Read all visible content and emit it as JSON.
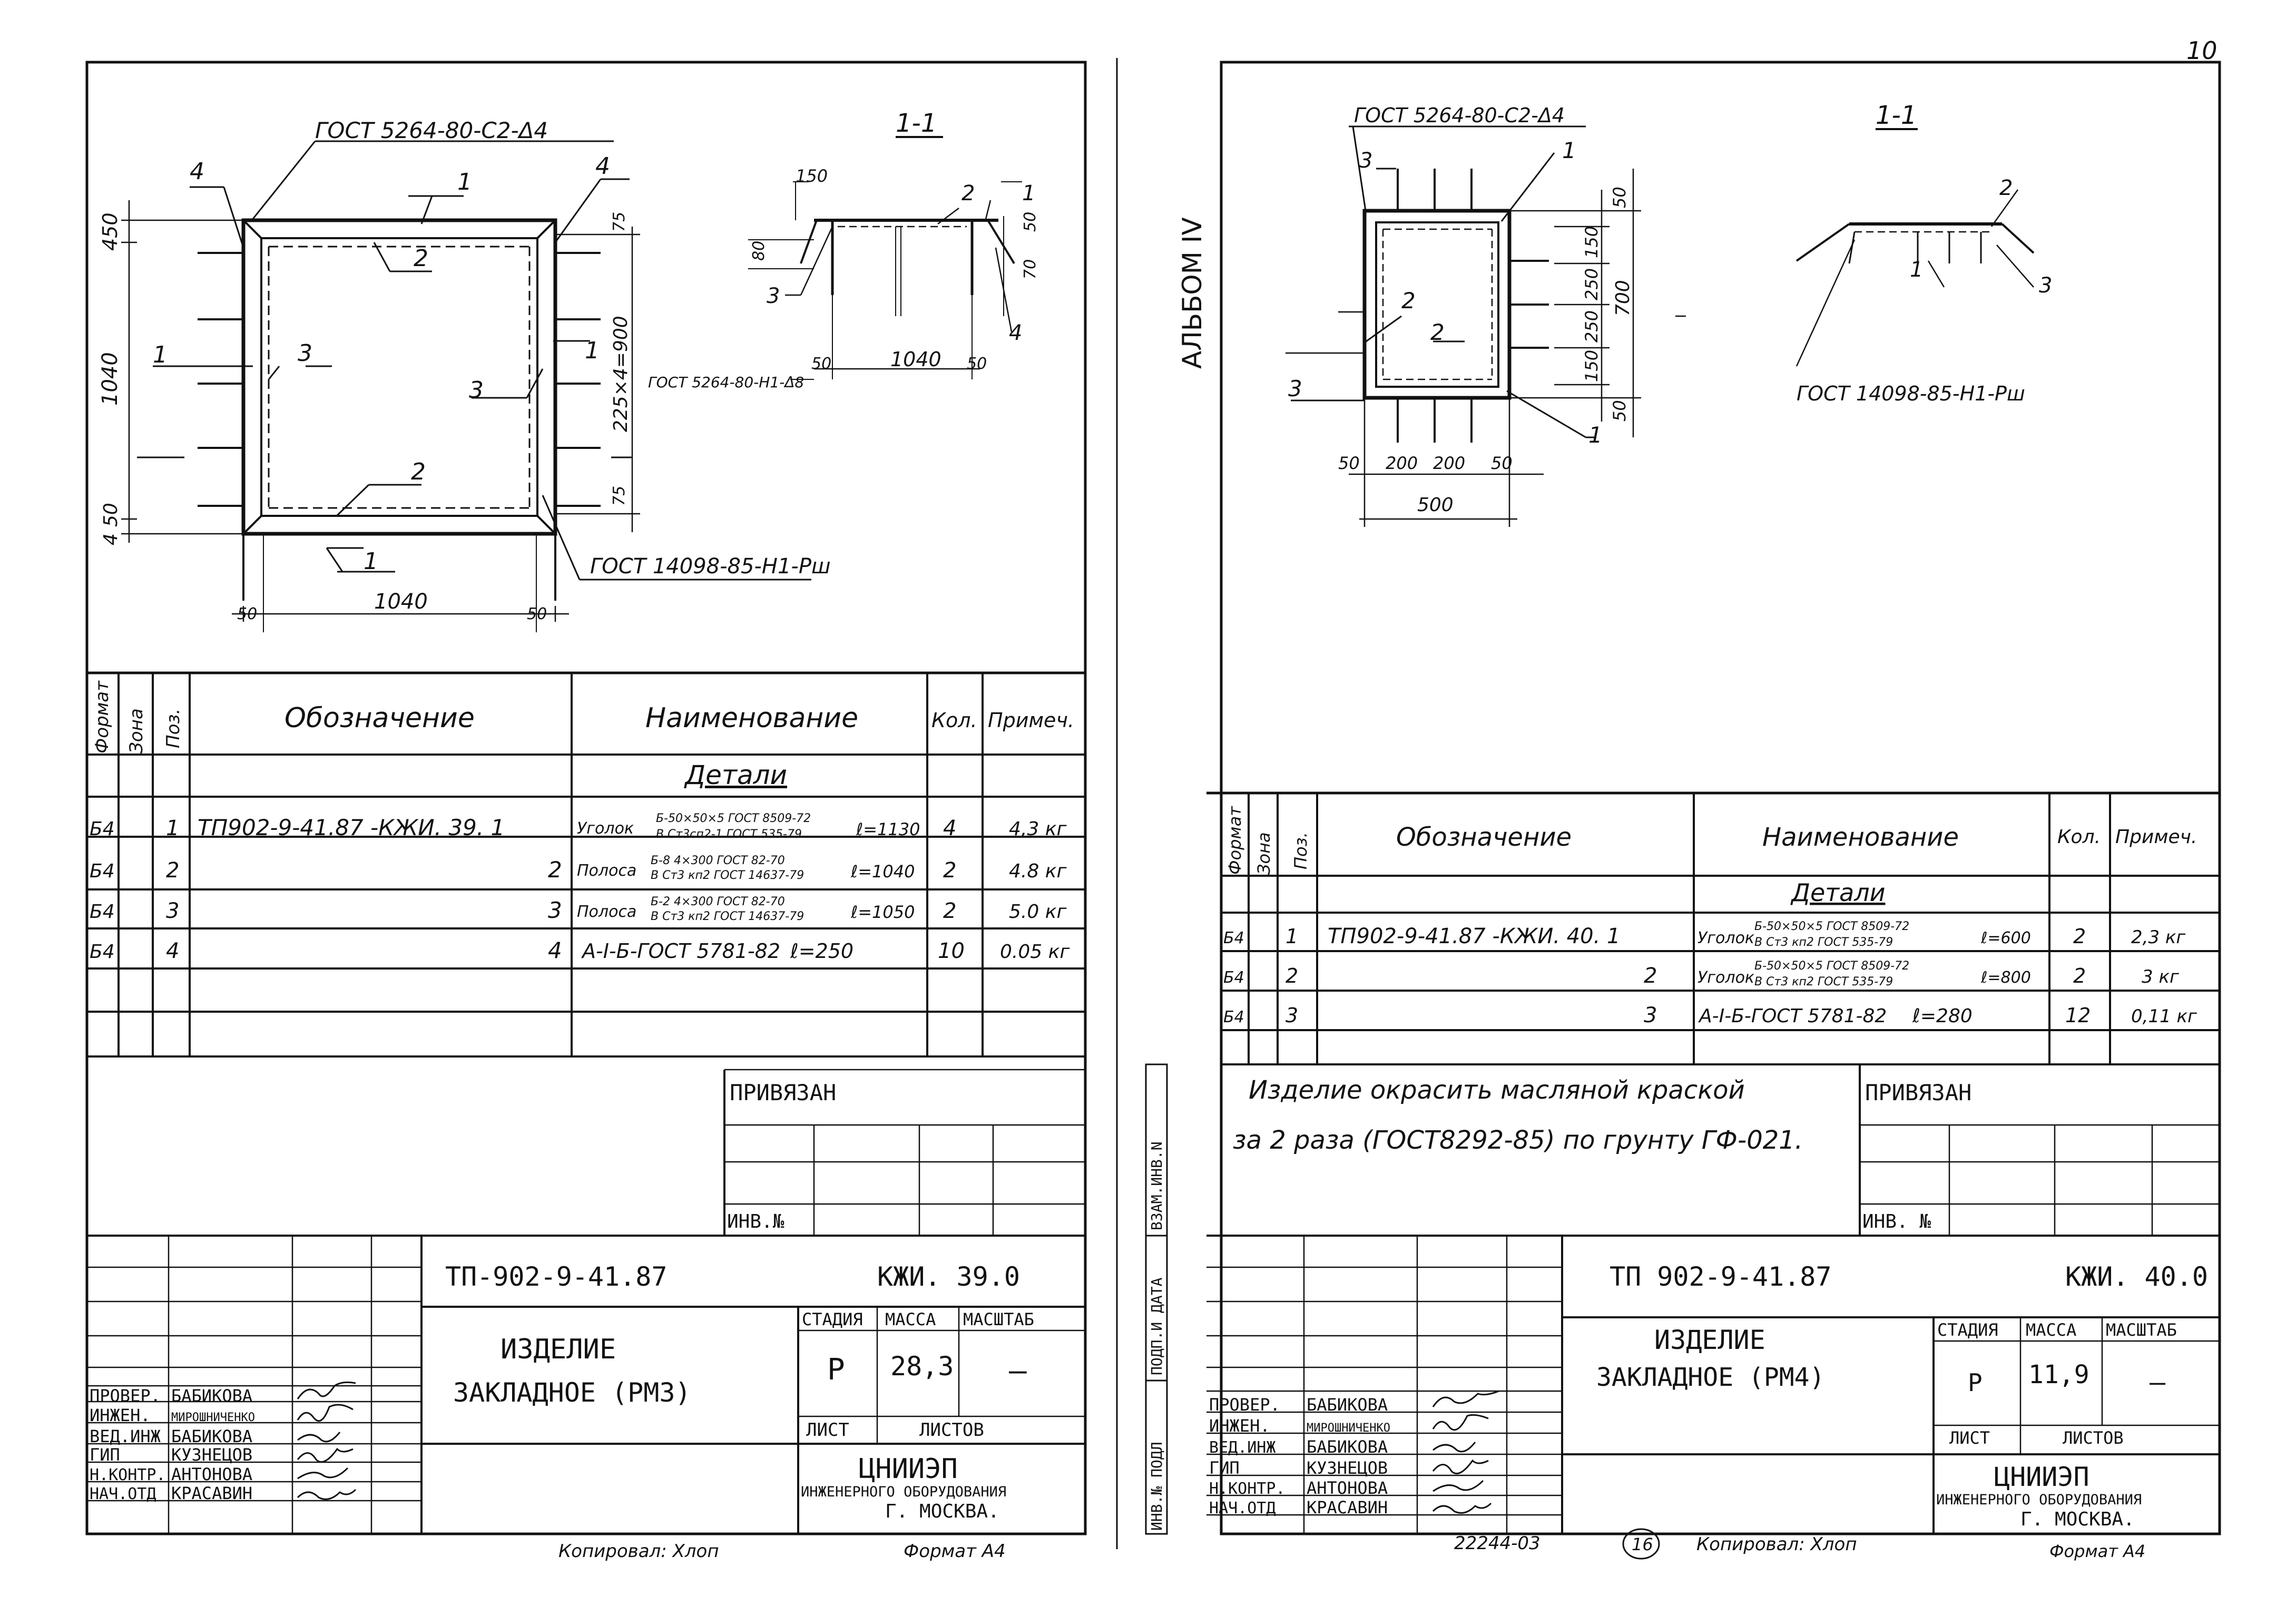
{
  "corner_mark": "10",
  "left": {
    "drawing": {
      "gost_top": "ГОСТ 5264-80-С2-Δ4",
      "section_label": "1-1",
      "gost_h1": "ГОСТ 5264-80-Н1-Δ8",
      "gost_bottom": "ГОСТ 14098-85-Н1-Рш",
      "dims": {
        "d450": "450",
        "d1040_v": "1040",
        "d50_v": "50",
        "d4_v": "4",
        "d75_t": "75",
        "d225": "225×4=900",
        "d75_b": "75",
        "d1040_h": "1040",
        "d50_l": "50",
        "d50_r": "50",
        "sec_150": "150",
        "sec_80": "80",
        "sec_50": "50",
        "sec_70": "70",
        "sec_1040": "1040",
        "sec_50a": "50",
        "sec_50b": "50"
      },
      "pos": {
        "p1": "1",
        "p2": "2",
        "p3": "3",
        "p4": "4"
      }
    },
    "table": {
      "headers": {
        "format": "Формат",
        "zone": "Зона",
        "pos": "Поз.",
        "designation": "Обозначение",
        "name": "Наименование",
        "qty": "Кол.",
        "note": "Примеч."
      },
      "section": "Детали",
      "rows": [
        {
          "format": "Б4",
          "pos": "1",
          "designation": "ТП902-9-41.87 -КЖИ. 39. 1",
          "name_main": "Уголок",
          "name_top": "Б-50×50×5 ГОСТ 8509-72",
          "name_bot": "В Ст3сп2-1 ГОСТ 535-79",
          "length": "ℓ=1130",
          "qty": "4",
          "note": "4,3 кг"
        },
        {
          "format": "Б4",
          "pos": "2",
          "designation": "2",
          "name_main": "Полоса",
          "name_top": "Б-8 4×300 ГОСТ 82-70",
          "name_bot": "В Ст3 кп2 ГОСТ 14637-79",
          "length": "ℓ=1040",
          "qty": "2",
          "note": "4.8 кг"
        },
        {
          "format": "Б4",
          "pos": "3",
          "designation": "3",
          "name_main": "Полоса",
          "name_top": "Б-2 4×300 ГОСТ 82-70",
          "name_bot": "В Ст3 кп2 ГОСТ 14637-79",
          "length": "ℓ=1050",
          "qty": "2",
          "note": "5.0 кг"
        },
        {
          "format": "Б4",
          "pos": "4",
          "designation": "4",
          "name_main": "А-I-Б-ГОСТ 5781-82",
          "name_top": "",
          "name_bot": "",
          "length": "ℓ=250",
          "qty": "10",
          "note": "0.05 кг"
        }
      ]
    },
    "privyazan": "ПРИВЯЗАН",
    "inv": "ИНВ.№",
    "title_block": {
      "doc_code": "ТП-902-9-41.87",
      "sheet_code": "КЖИ. 39.0",
      "title_line1": "ИЗДЕЛИЕ",
      "title_line2": "ЗАКЛАДНОЕ (РМ3)",
      "stage_hdr": "СТАДИЯ",
      "mass_hdr": "МАССА",
      "scale_hdr": "МАСШТАБ",
      "stage": "Р",
      "mass": "28,3",
      "scale": "–",
      "sheet": "ЛИСТ",
      "sheets": "ЛИСТОВ",
      "org1": "ЦНИИЭП",
      "org2": "ИНЖЕНЕРНОГО ОБОРУДОВАНИЯ",
      "org3": "Г. МОСКВА.",
      "signers": [
        {
          "role": "ПРОВЕР.",
          "name": "БАБИКОВА"
        },
        {
          "role": "ИНЖЕН.",
          "name": "МИРОШНИЧЕНКО"
        },
        {
          "role": "ВЕД.ИНЖ",
          "name": "БАБИКОВА"
        },
        {
          "role": "ГИП",
          "name": "КУЗНЕЦОВ"
        },
        {
          "role": "Н.КОНТР.",
          "name": "АНТОНОВА"
        },
        {
          "role": "НАЧ.ОТД",
          "name": "КРАСАВИН"
        }
      ]
    },
    "footer_copied": "Копировал: Хлоп",
    "footer_format": "Формат А4"
  },
  "right": {
    "album": "АЛЬБОМ IV",
    "drawing": {
      "gost_top": "ГОСТ 5264-80-С2-Δ4",
      "section_label": "1-1",
      "gost_bottom": "ГОСТ 14098-85-Н1-Рш",
      "dims": {
        "v50t": "50",
        "v150t": "150",
        "v250a": "250",
        "v250b": "250",
        "v150b": "150",
        "v50b": "50",
        "v700": "700",
        "h50l": "50",
        "h200a": "200",
        "h200b": "200",
        "h50r": "50",
        "h500": "500"
      },
      "pos": {
        "p1": "1",
        "p2": "2",
        "p3": "3"
      }
    },
    "table": {
      "headers": {
        "format": "Формат",
        "zone": "Зона",
        "pos": "Поз.",
        "designation": "Обозначение",
        "name": "Наименование",
        "qty": "Кол.",
        "note": "Примеч."
      },
      "section": "Детали",
      "rows": [
        {
          "format": "Б4",
          "pos": "1",
          "designation": "ТП902-9-41.87 -КЖИ. 40. 1",
          "name_main": "Уголок",
          "name_top": "Б-50×50×5 ГОСТ 8509-72",
          "name_bot": "В Ст3 кп2 ГОСТ 535-79",
          "length": "ℓ=600",
          "qty": "2",
          "note": "2,3 кг"
        },
        {
          "format": "Б4",
          "pos": "2",
          "designation": "2",
          "name_main": "Уголок",
          "name_top": "Б-50×50×5 ГОСТ 8509-72",
          "name_bot": "В Ст3 кп2 ГОСТ 535-79",
          "length": "ℓ=800",
          "qty": "2",
          "note": "3 кг"
        },
        {
          "format": "Б4",
          "pos": "3",
          "designation": "3",
          "name_main": "А-I-Б-ГОСТ 5781-82",
          "name_top": "",
          "name_bot": "",
          "length": "ℓ=280",
          "qty": "12",
          "note": "0,11 кг"
        }
      ]
    },
    "note_line1": "Изделие окрасить масляной краской",
    "note_line2": "за 2 раза (ГОСТ8292-85) по грунту ГФ-021.",
    "privyazan": "ПРИВЯЗАН",
    "inv": "ИНВ. №",
    "side_labels": {
      "vzam": "ВЗАМ.ИНВ.N",
      "podp": "ПОДП.И ДАТА",
      "inv": "ИНВ.№ ПОДЛ"
    },
    "title_block": {
      "doc_code": "ТП 902-9-41.87",
      "sheet_code": "КЖИ. 40.0",
      "title_line1": "ИЗДЕЛИЕ",
      "title_line2": "ЗАКЛАДНОЕ (РМ4)",
      "stage_hdr": "СТАДИЯ",
      "mass_hdr": "МАССА",
      "scale_hdr": "МАСШТАБ",
      "stage": "Р",
      "mass": "11,9",
      "scale": "–",
      "sheet": "ЛИСТ",
      "sheets": "ЛИСТОВ",
      "org1": "ЦНИИЭП",
      "org2": "ИНЖЕНЕРНОГО ОБОРУДОВАНИЯ",
      "org3": "Г. МОСКВА.",
      "signers": [
        {
          "role": "ПРОВЕР.",
          "name": "БАБИКОВА"
        },
        {
          "role": "ИНЖЕН.",
          "name": "МИРОШНИЧЕНКО"
        },
        {
          "role": "ВЕД.ИНЖ",
          "name": "БАБИКОВА"
        },
        {
          "role": "ГИП",
          "name": "КУЗНЕЦОВ"
        },
        {
          "role": "Н.КОНТР.",
          "name": "АНТОНОВА"
        },
        {
          "role": "НАЧ.ОТД",
          "name": "КРАСАВИН"
        }
      ]
    },
    "footer_number": "22244-03",
    "footer_page": "16",
    "footer_copied": "Копировал: Хлоп",
    "footer_format": "Формат А4"
  }
}
